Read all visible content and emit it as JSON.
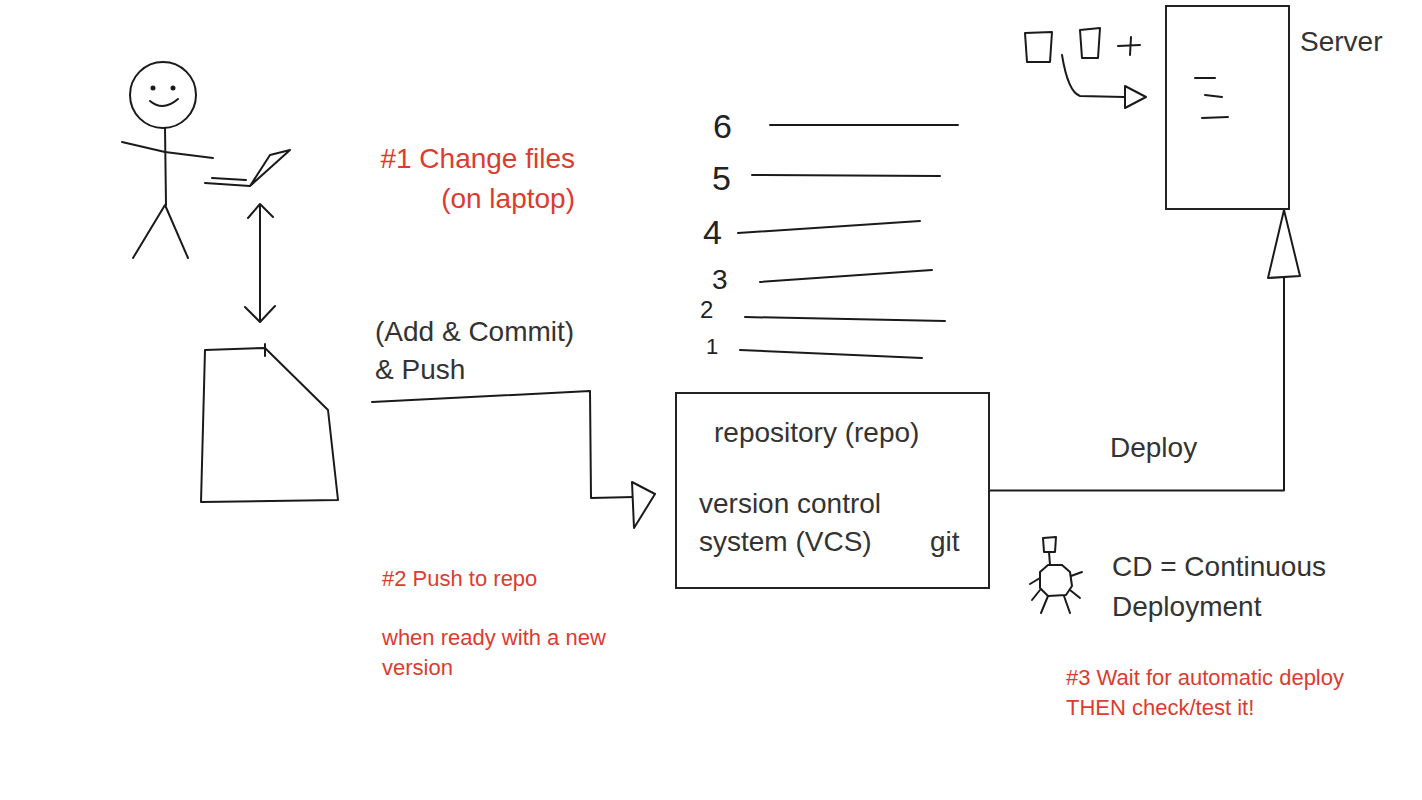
{
  "diagram": {
    "nodes": [
      {
        "text": [
          "repository (repo)",
          "version control system (VCS)",
          "git"
        ]
      },
      {
        "text": [
          "Server"
        ]
      }
    ],
    "edges": [
      {
        "from": 0,
        "to": 1,
        "arrow": "to",
        "label": "Deploy"
      }
    ],
    "labels": [
      "#1 Change files (on laptop)",
      "(Add & Commit) & Push",
      "#2 Push to repo",
      "when ready with a new version",
      "6",
      "5",
      "4",
      "3",
      "2",
      "1",
      "CD = Continuous Deployment",
      "#3 Wait for automatic deploy THEN check/test it!"
    ]
  }
}
